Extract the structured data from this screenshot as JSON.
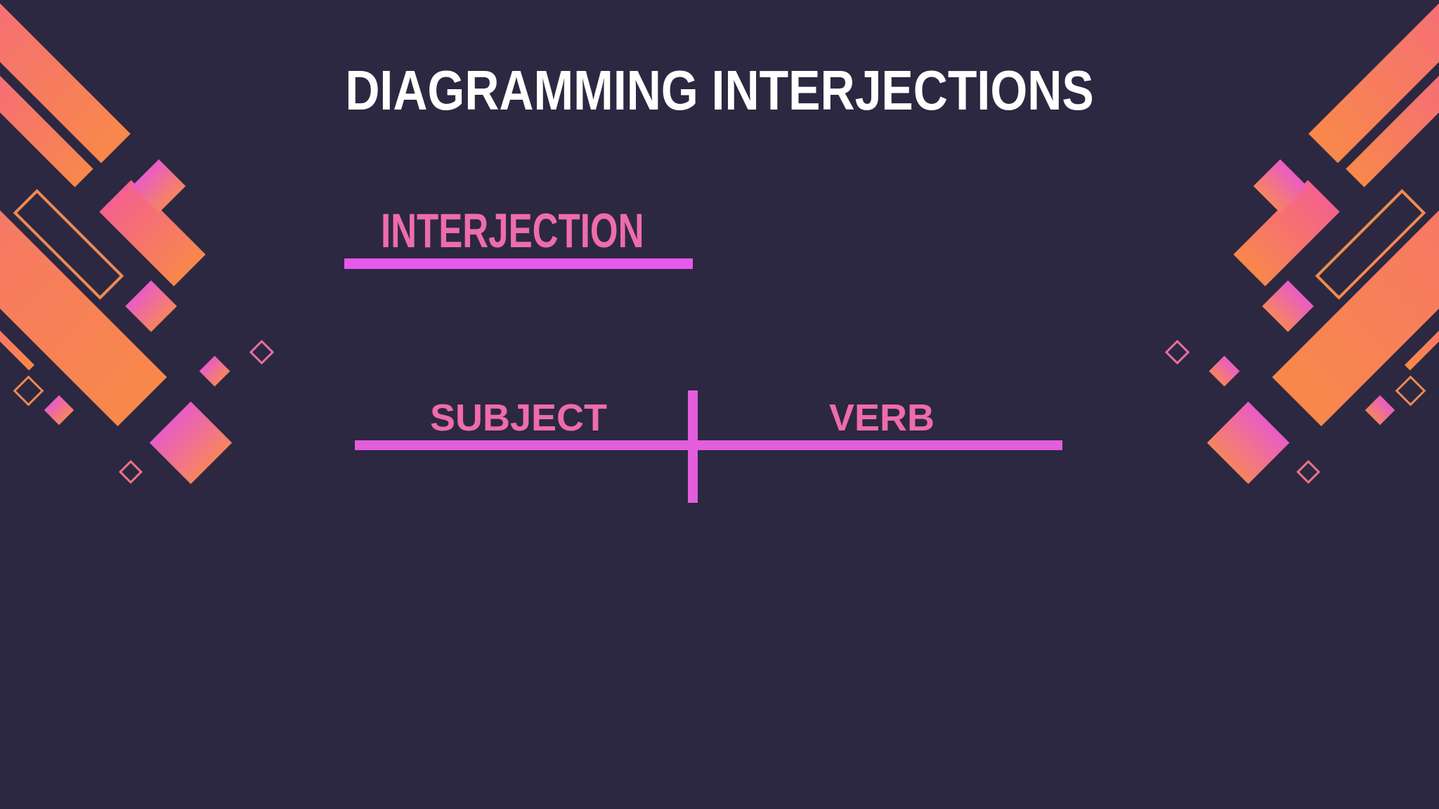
{
  "slide": {
    "title": "DIAGRAMMING INTERJECTIONS",
    "interjection_label": "INTERJECTION",
    "diagram": {
      "subject_label": "SUBJECT",
      "verb_label": "VERB"
    }
  },
  "colors": {
    "background": "#2c2841",
    "title_text": "#ffffff",
    "label_pink": "#ee6cab",
    "line_magenta": "#e659ea",
    "diagram_magenta": "#e25edd",
    "gradient_pink": "#f4618e",
    "gradient_orange": "#f8884a",
    "gradient_magenta": "#e95cc6",
    "gradient_salmon": "#f6845f",
    "outline_pink": "#e96e9b",
    "outline_coral": "#ee7285",
    "outline_orange": "#f08a50"
  }
}
